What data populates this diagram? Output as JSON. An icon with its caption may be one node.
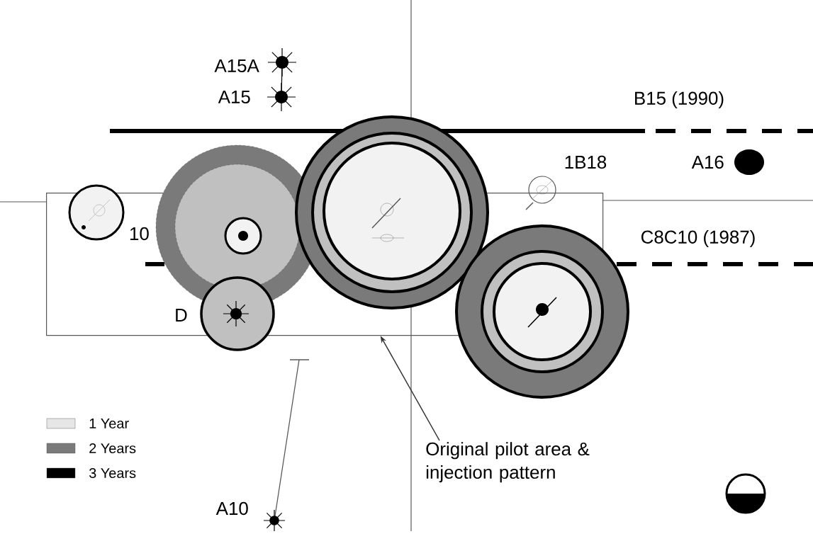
{
  "diagram": {
    "nodes": [
      {
        "text": [
          "Original pilot area & injection pattern"
        ]
      },
      {
        "text": [],
        "shape": "box"
      }
    ],
    "edges": [
      {
        "from": 0,
        "to": 1,
        "arrow": "to"
      }
    ],
    "labels": [
      "A15A",
      "A15",
      "B15 (1990)",
      "1B18",
      "A16",
      "10",
      "C8C10 (1987)",
      "D",
      "A10"
    ],
    "legend": [
      {
        "text": "1 Year",
        "color": "#e6e6e6"
      },
      {
        "text": "2 Years",
        "color": "#7a7a7a"
      },
      {
        "text": "3 Years",
        "color": "#000000"
      }
    ]
  }
}
